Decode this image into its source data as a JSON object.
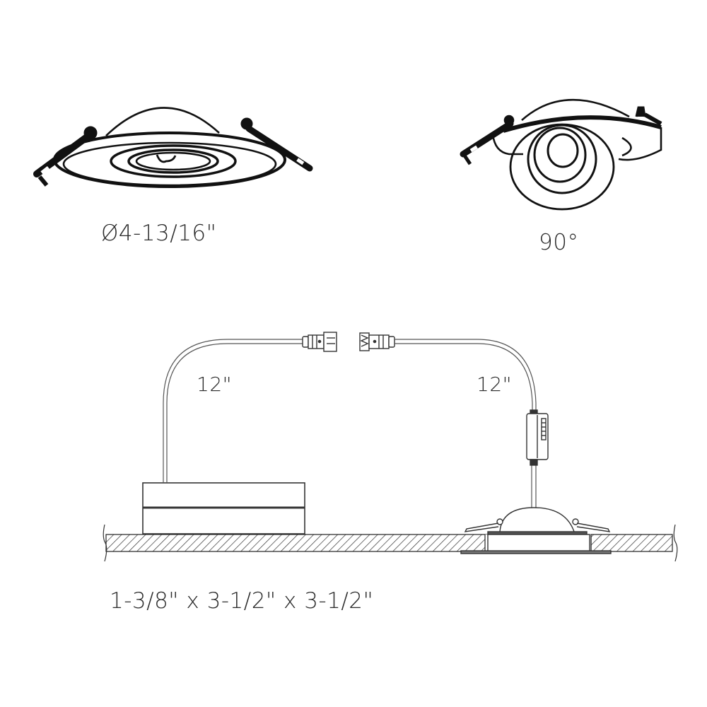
{
  "diagram": {
    "type": "product-dimension-drawing",
    "subject": "recessed gimbal LED downlight with junction box",
    "views": [
      {
        "id": "fixture-top-view",
        "description": "Round gimbal downlight with spring clips, angled view",
        "label": "Ø4-13/16\""
      },
      {
        "id": "fixture-tilted-view",
        "description": "Downlight with gimbal lens tilted",
        "label": "90°"
      },
      {
        "id": "installation-side-view",
        "description": "Junction box on ceiling connected by quick connectors to recessed fixture",
        "cable_left_label": "12\"",
        "cable_right_label": "12\"",
        "box_dimensions_label": "1-3/8\" x 3-1/2\" x 3-1/2\""
      }
    ],
    "colors": {
      "line": "#111111",
      "thin_line": "#555555",
      "background": "#ffffff"
    }
  }
}
